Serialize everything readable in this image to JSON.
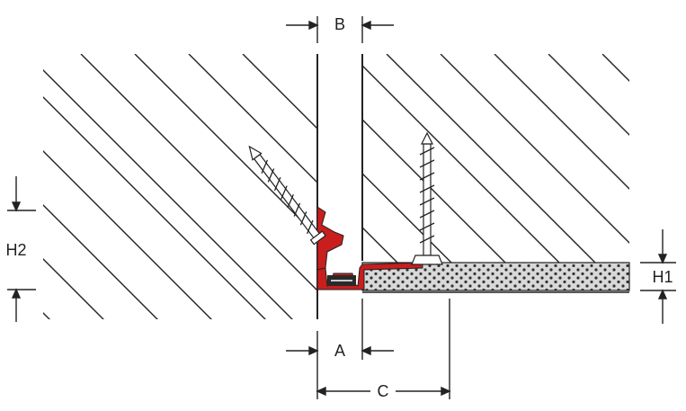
{
  "labels": {
    "a": "A",
    "b": "B",
    "c": "C",
    "h1": "H1",
    "h2": "H2"
  },
  "colors": {
    "line": "#222222",
    "profile_red": "#c81e1e",
    "screed_fill": "#d8d8d8",
    "screed_dots": "#333333",
    "screw_fill": "#ffffff"
  },
  "icons": [
    "left-screw-icon",
    "right-screw-icon"
  ]
}
